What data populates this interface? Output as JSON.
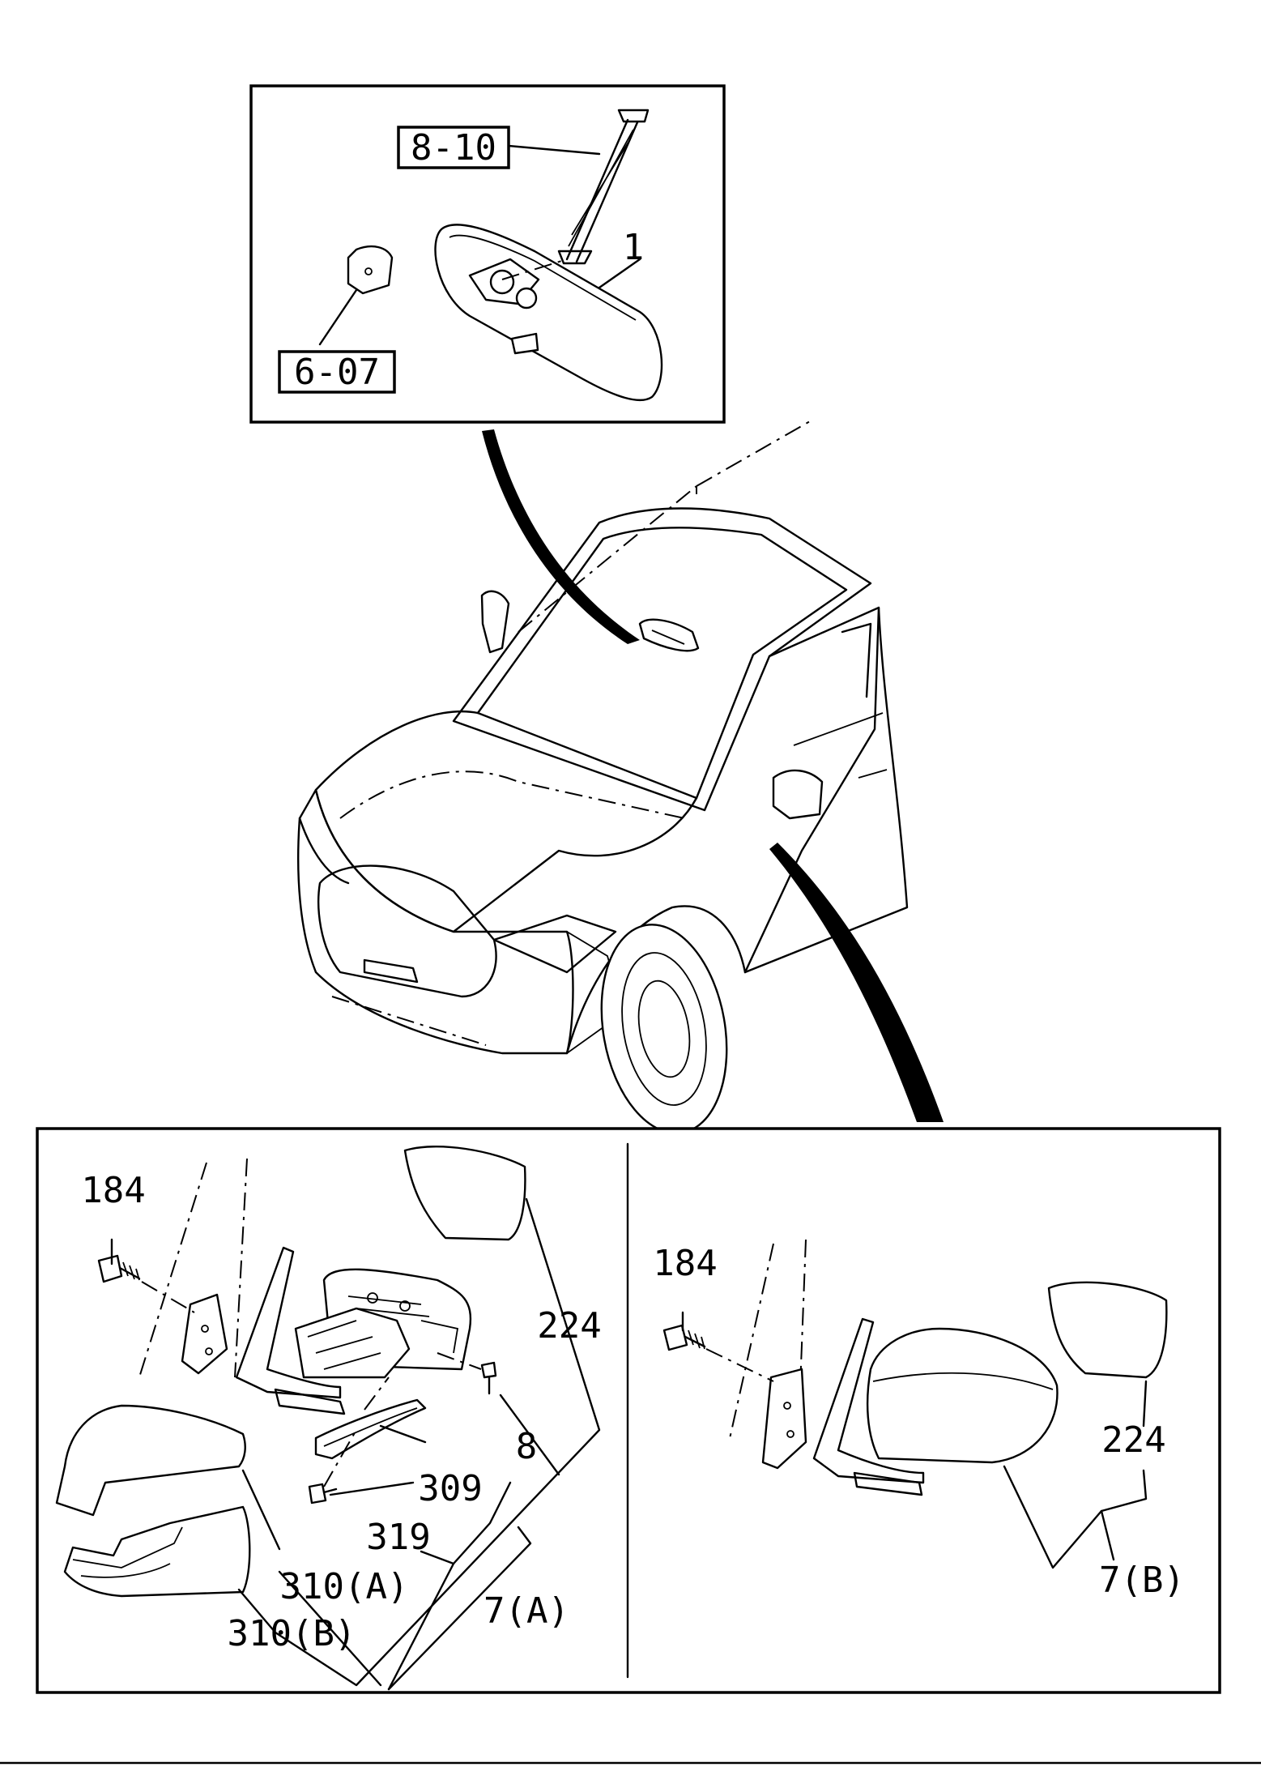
{
  "diagram": {
    "callouts": {
      "c810": "8-10",
      "c607": "6-07",
      "c1": "1",
      "c184a": "184",
      "c224a": "224",
      "c8": "8",
      "c309": "309",
      "c319": "319",
      "c310a": "310(A)",
      "c7a": "7(A)",
      "c310b": "310(B)",
      "c184b": "184",
      "c224b": "224",
      "c7b": "7(B)"
    },
    "colors": {
      "ink": "#000000",
      "paper": "#ffffff"
    }
  }
}
